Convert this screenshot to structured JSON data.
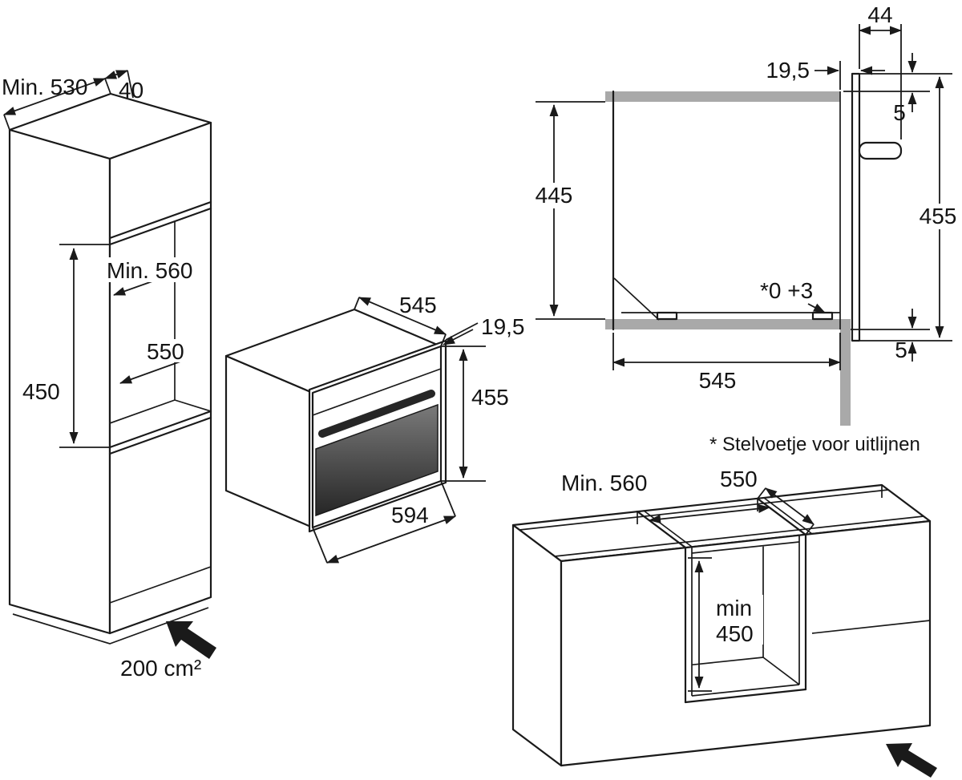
{
  "colors": {
    "line": "#1a1a1a",
    "panel_gray": "#a9a9a9",
    "floor_gray": "#bfbfbf",
    "door_dark": "#262626",
    "door_light": "#7a7a7a"
  },
  "tall_cabinet_view": {
    "cabinet_depth_min": "Min. 530",
    "rear_gap": "40",
    "niche_width_min": "Min. 560",
    "niche_depth": "550",
    "niche_height": "450",
    "ventilation_area": "200 cm²"
  },
  "oven_view": {
    "depth": "545",
    "front_protrusion": "19,5",
    "height": "455",
    "width": "594"
  },
  "section_view": {
    "handle_distance": "44",
    "door_protrusion": "19,5",
    "top_clearance": "5",
    "inner_height": "445",
    "front_height": "455",
    "levelling_range": "*0 +3",
    "bottom_clearance": "5",
    "niche_depth": "545",
    "footnote": "* Stelvoetje voor uitlijnen"
  },
  "base_cabinet_view": {
    "niche_width_min": "Min. 560",
    "niche_depth": "550",
    "niche_height_min_word": "min",
    "niche_height_min_value": "450"
  }
}
